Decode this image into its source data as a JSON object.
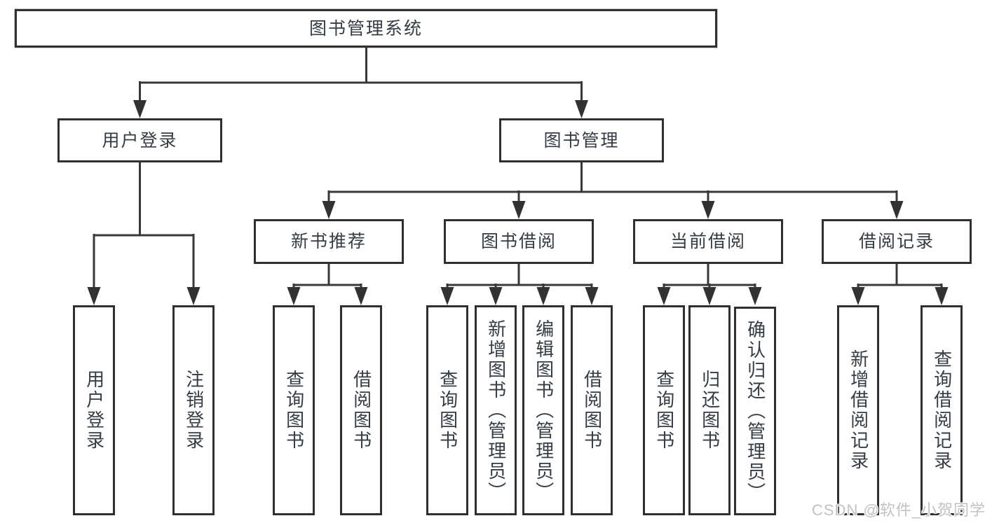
{
  "diagram": {
    "type": "function-structure-tree",
    "nodes": {
      "root": {
        "label": "图书管理系统"
      },
      "user_login_mod": {
        "label": "用户登录"
      },
      "book_mgmt": {
        "label": "图书管理"
      },
      "login": {
        "label": "用户登录"
      },
      "logout": {
        "label": "注销登录"
      },
      "new_book_rec": {
        "label": "新书推荐"
      },
      "book_borrow": {
        "label": "图书借阅"
      },
      "current_borrow": {
        "label": "当前借阅"
      },
      "borrow_records": {
        "label": "借阅记录"
      },
      "rec_query_books": {
        "label": "查询图书"
      },
      "rec_borrow_books": {
        "label": "借阅图书"
      },
      "bb_query_books": {
        "label": "查询图书"
      },
      "bb_add_books": {
        "label": "新增图书（管理员）"
      },
      "bb_edit_books": {
        "label": "编辑图书（管理员）"
      },
      "bb_borrow_books": {
        "label": "借阅图书"
      },
      "cb_query_books": {
        "label": "查询图书"
      },
      "cb_return_books": {
        "label": "归还图书"
      },
      "cb_confirm_return": {
        "label": "确认归还（管理员）"
      },
      "br_add_record": {
        "label": "新增借阅记录"
      },
      "br_query_record": {
        "label": "查询借阅记录"
      }
    },
    "hierarchy": [
      {
        "parent": "图书管理系统",
        "children": [
          "用户登录",
          "图书管理"
        ]
      },
      {
        "parent": "用户登录",
        "children": [
          "用户登录",
          "注销登录"
        ]
      },
      {
        "parent": "图书管理",
        "children": [
          "新书推荐",
          "图书借阅",
          "当前借阅",
          "借阅记录"
        ]
      },
      {
        "parent": "新书推荐",
        "children": [
          "查询图书",
          "借阅图书"
        ]
      },
      {
        "parent": "图书借阅",
        "children": [
          "查询图书",
          "新增图书（管理员）",
          "编辑图书（管理员）",
          "借阅图书"
        ]
      },
      {
        "parent": "当前借阅",
        "children": [
          "查询图书",
          "归还图书",
          "确认归还（管理员）"
        ]
      },
      {
        "parent": "借阅记录",
        "children": [
          "新增借阅记录",
          "查询借阅记录"
        ]
      }
    ],
    "colors": {
      "line": "#383838",
      "box_border": "#2f2f2f",
      "text": "#363c44",
      "background": "#ffffff",
      "watermark": "#c2c2c2"
    }
  },
  "watermark": {
    "text": "CSDN @软件_小贺同学"
  }
}
